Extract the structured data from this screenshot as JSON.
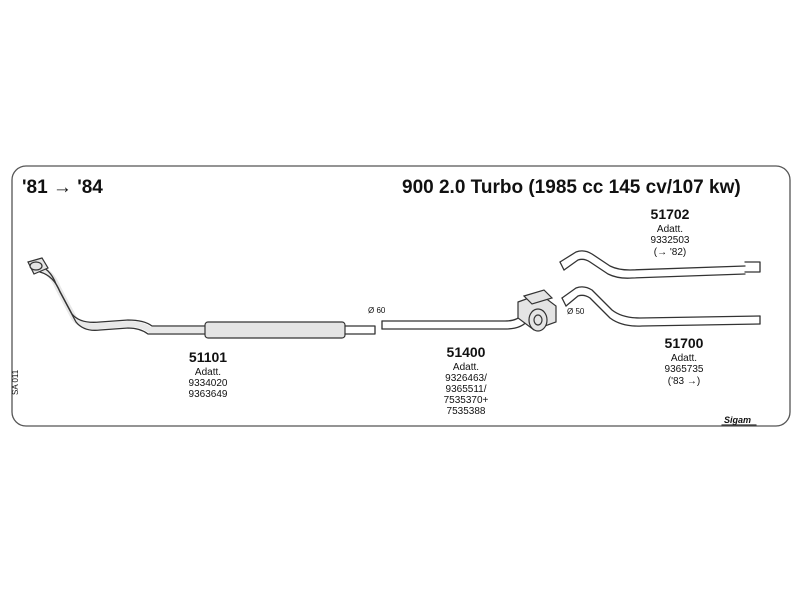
{
  "header": {
    "years": "'81 → '84",
    "model": "900 2.0 Turbo (1985 cc 145 cv/107 kw)"
  },
  "side_code": "SA 011",
  "brand_logo_text": "Sigam",
  "diameters": {
    "front": "Ø 60",
    "rear": "Ø 50"
  },
  "parts": [
    {
      "code": "51101",
      "label": "Adatt.",
      "refs": [
        "9334020",
        "9363649"
      ]
    },
    {
      "code": "51400",
      "label": "Adatt.",
      "refs": [
        "9326463/",
        "9365511/",
        "7535370+",
        "7535388"
      ]
    },
    {
      "code": "51702",
      "label": "Adatt.",
      "refs": [
        "9332503",
        "(→ '82)"
      ]
    },
    {
      "code": "51700",
      "label": "Adatt.",
      "refs": [
        "9365735",
        "('83 →)"
      ]
    }
  ],
  "colors": {
    "line": "#333333",
    "frame": "#555555",
    "part_fill": "#e4e4e4"
  }
}
